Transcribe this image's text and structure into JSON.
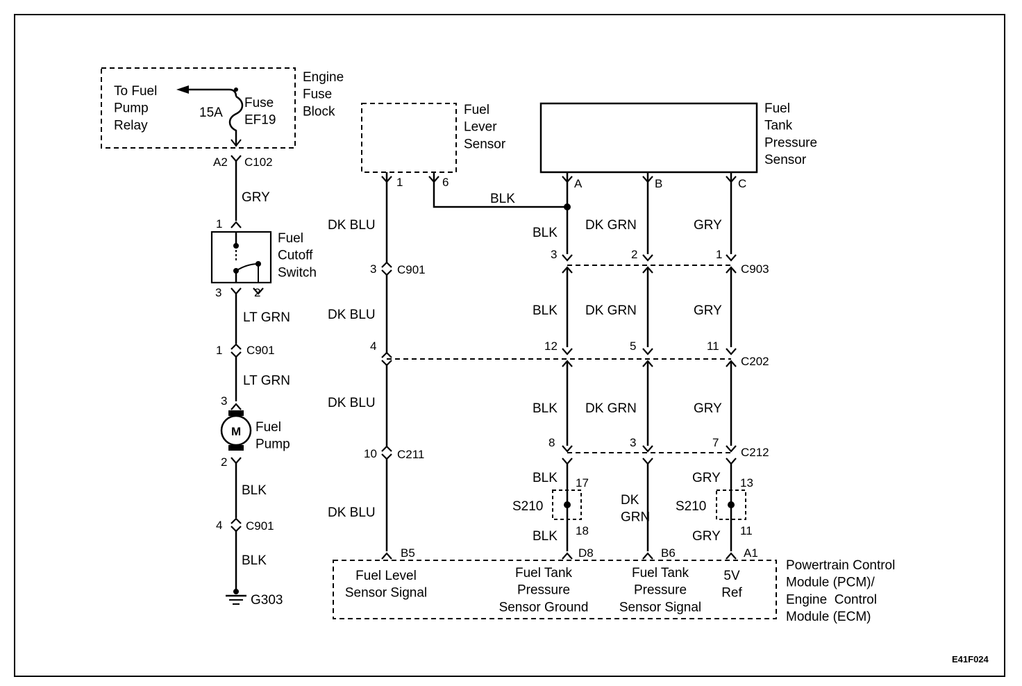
{
  "diagram_code": "E41F024",
  "left_circuit": {
    "fuse_block": {
      "label": "Engine\nFuse\nBlock",
      "to_relay": "To Fuel\nPump\nRelay",
      "fuse_name": "Fuse\nEF19",
      "fuse_rating": "15A"
    },
    "c102": {
      "pin": "A2",
      "name": "C102"
    },
    "wire_gry": "GRY",
    "cutoff_switch": {
      "label": "Fuel\nCutoff\nSwitch",
      "pin_top": "1",
      "pin_bl": "3",
      "pin_br": "2"
    },
    "wire_ltgrn_1": "LT GRN",
    "c901_a": {
      "pin": "1",
      "name": "C901"
    },
    "wire_ltgrn_2": "LT GRN",
    "fuel_pump": {
      "label": "Fuel\nPump",
      "symbol": "M",
      "pin_top": "3",
      "pin_bottom": "2"
    },
    "wire_blk_1": "BLK",
    "c901_b": {
      "pin": "4",
      "name": "C901"
    },
    "wire_blk_2": "BLK",
    "ground": "G303"
  },
  "level_sensor": {
    "label": "Fuel\nLever\nSensor",
    "pin1": "1",
    "pin6": "6",
    "wire_blk": "BLK"
  },
  "pressure_sensor": {
    "label": "Fuel\nTank\nPressure\nSensor",
    "pinA": "A",
    "pinB": "B",
    "pinC": "C"
  },
  "columns": {
    "dkblu": {
      "w1": "DK BLU",
      "w2": "DK BLU",
      "w3": "DK BLU",
      "w4": "DK BLU",
      "c901_pin": "3",
      "c901": "C901",
      "c202_pin": "4",
      "c211_pin": "10",
      "c211": "C211",
      "pcm_pin": "B5"
    },
    "blk": {
      "w1": "BLK",
      "w2": "BLK",
      "w3": "BLK",
      "w4": "BLK",
      "w5": "BLK",
      "c903_pin": "3",
      "c202_pin": "12",
      "c212_pin": "8",
      "splice": "S210",
      "splice_top": "17",
      "splice_bottom": "18",
      "pcm_pin": "D8"
    },
    "dkgrn": {
      "w1": "DK GRN",
      "w2": "DK GRN",
      "w3": "DK GRN",
      "w4": "DK\nGRN",
      "c903_pin": "2",
      "c202_pin": "5",
      "c212_pin": "3",
      "pcm_pin": "B6"
    },
    "gry": {
      "w1": "GRY",
      "w2": "GRY",
      "w3": "GRY",
      "w4": "GRY",
      "w5": "GRY",
      "c903_pin": "1",
      "c202_pin": "11",
      "c212_pin": "7",
      "splice": "S210",
      "splice_top": "13",
      "splice_bottom": "11",
      "pcm_pin": "A1"
    }
  },
  "connectors": {
    "c903": "C903",
    "c202": "C202",
    "c212": "C212"
  },
  "pcm": {
    "label": "Powertrain Control\nModule (PCM)/\nEngine  Control\nModule (ECM)",
    "sig1": "Fuel Level\nSensor Signal",
    "sig2": "Fuel Tank\nPressure\nSensor Ground",
    "sig3": "Fuel Tank\nPressure\nSensor Signal",
    "sig4": "5V\nRef"
  }
}
